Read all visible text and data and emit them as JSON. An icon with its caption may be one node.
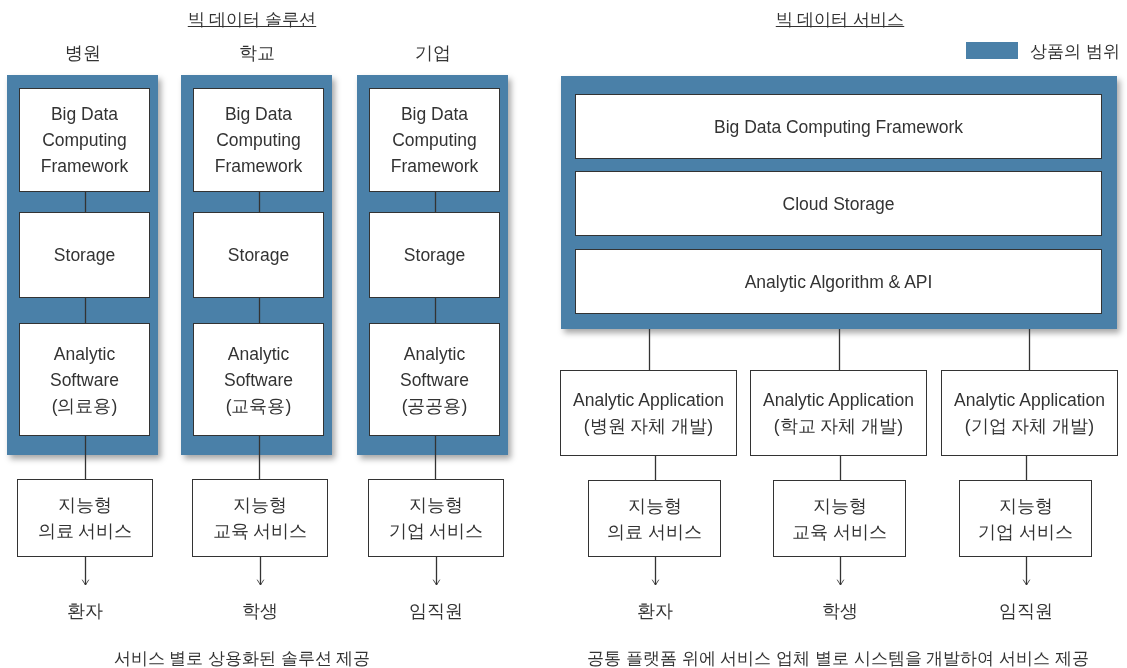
{
  "diagram": {
    "nodes": [
      {
        "text": [
          "병원"
        ]
      },
      {
        "text": [
          "Big Data Computing Framework"
        ],
        "in": 0
      },
      {
        "text": [
          "Storage"
        ],
        "in": 0
      },
      {
        "text": [
          "Analytic Software (의료용)"
        ],
        "in": 0
      },
      {
        "text": [
          "학교"
        ]
      },
      {
        "text": [
          "Big Data Computing Framework"
        ],
        "in": 4
      },
      {
        "text": [
          "Storage"
        ],
        "in": 4
      },
      {
        "text": [
          "Analytic Software (교육용)"
        ],
        "in": 4
      },
      {
        "text": [
          "기업"
        ]
      },
      {
        "text": [
          "Big Data Computing Framework"
        ],
        "in": 8
      },
      {
        "text": [
          "Storage"
        ],
        "in": 8
      },
      {
        "text": [
          "Analytic Software (공공용)"
        ],
        "in": 8
      },
      {
        "text": [
          "지능형 의료 서비스"
        ]
      },
      {
        "text": [
          "지능형 교육 서비스"
        ]
      },
      {
        "text": [
          "지능형 기업 서비스"
        ]
      },
      {
        "text": [
          "환자"
        ]
      },
      {
        "text": [
          "학생"
        ]
      },
      {
        "text": [
          "임직원"
        ]
      },
      {
        "text": [],
        "shape": "box"
      },
      {
        "text": [
          "Big Data Computing Framework"
        ],
        "in": 18
      },
      {
        "text": [
          "Cloud Storage"
        ],
        "in": 18
      },
      {
        "text": [
          "Analytic Algorithm & API"
        ],
        "in": 18
      },
      {
        "text": [
          "Analytic Application (병원 자체 개발)"
        ]
      },
      {
        "text": [
          "Analytic Application (학교 자체 개발)"
        ]
      },
      {
        "text": [
          "Analytic Application (기업 자체 개발)"
        ]
      },
      {
        "text": [
          "지능형 의료 서비스"
        ]
      },
      {
        "text": [
          "지능형 교육 서비스"
        ]
      },
      {
        "text": [
          "지능형 기업 서비스"
        ]
      },
      {
        "text": [
          "환자"
        ]
      },
      {
        "text": [
          "학생"
        ]
      },
      {
        "text": [
          "임직원"
        ]
      }
    ],
    "edges": [
      {
        "from": 1,
        "to": 2,
        "arrow": "none"
      },
      {
        "from": 2,
        "to": 3,
        "arrow": "none"
      },
      {
        "from": 3,
        "to": 12,
        "arrow": "none"
      },
      {
        "from": 5,
        "to": 6,
        "arrow": "none"
      },
      {
        "from": 6,
        "to": 7,
        "arrow": "none"
      },
      {
        "from": 7,
        "to": 13,
        "arrow": "none"
      },
      {
        "from": 9,
        "to": 10,
        "arrow": "none"
      },
      {
        "from": 10,
        "to": 11,
        "arrow": "none"
      },
      {
        "from": 11,
        "to": 14,
        "arrow": "none"
      },
      {
        "from": 12,
        "to": 15,
        "arrow": "to"
      },
      {
        "from": 13,
        "to": 16,
        "arrow": "to"
      },
      {
        "from": 14,
        "to": 17,
        "arrow": "to"
      },
      {
        "from": 18,
        "to": 22,
        "arrow": "none"
      },
      {
        "from": 18,
        "to": 23,
        "arrow": "none"
      },
      {
        "from": 18,
        "to": 24,
        "arrow": "none"
      },
      {
        "from": 22,
        "to": 25,
        "arrow": "none"
      },
      {
        "from": 23,
        "to": 26,
        "arrow": "none"
      },
      {
        "from": 24,
        "to": 27,
        "arrow": "none"
      },
      {
        "from": 25,
        "to": 28,
        "arrow": "to"
      },
      {
        "from": 26,
        "to": 29,
        "arrow": "to"
      },
      {
        "from": 27,
        "to": 30,
        "arrow": "to"
      }
    ],
    "labels": [
      "빅 데이터 솔루션",
      "빅 데이터 서비스",
      "서비스 별로 상용화된 솔루션 제공",
      "공통 플랫폼 위에 서비스 업체 별로 시스템을 개발하여 서비스 제공"
    ],
    "legend": [
      {
        "text": "상품의 범위",
        "color": "#4a80a8"
      }
    ]
  }
}
